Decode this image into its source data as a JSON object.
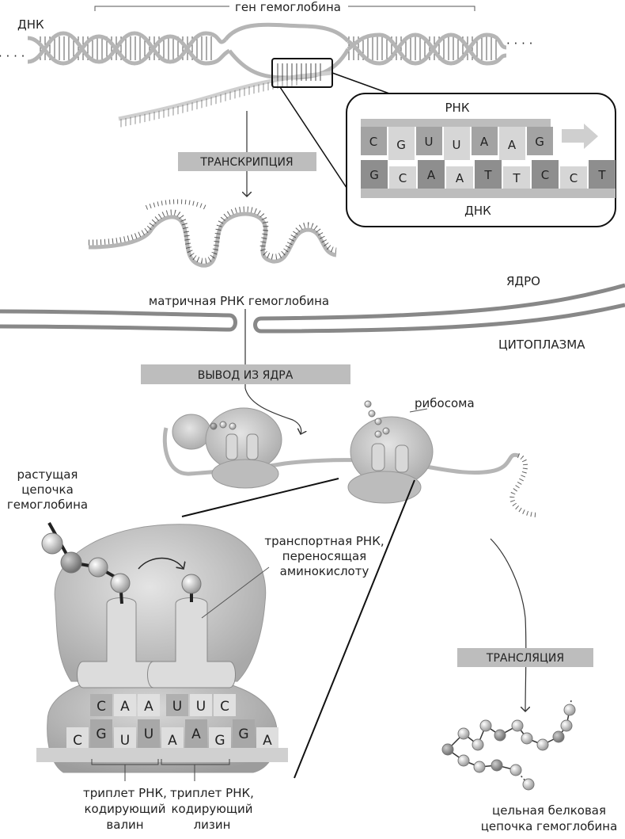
{
  "labels": {
    "gene": "ген гемоглобина",
    "dna": "ДНК",
    "ellipsis": "· · · ·",
    "inset_rna": "РНК",
    "inset_dna": "ДНК",
    "transcription": "ТРАНСКРИПЦИЯ",
    "nucleus": "ЯДРО",
    "mrna": "матричная РНК гемоглобина",
    "cytoplasm": "ЦИТОПЛАЗМА",
    "export": "ВЫВОД ИЗ ЯДРА",
    "ribosome": "рибосома",
    "growing_chain": [
      "растущая",
      "цепочка",
      "гемоглобина"
    ],
    "trna": [
      "транспортная РНК,",
      "переносящая",
      "аминокислоту"
    ],
    "translation": "ТРАНСЛЯЦИЯ",
    "triplet_valine": [
      "триплет РНК,",
      "кодирующий",
      "валин"
    ],
    "triplet_lysine": [
      "триплет РНК,",
      "кодирующий",
      "лизин"
    ],
    "full_chain": [
      "цельная белковая",
      "цепочка гемоглобина"
    ]
  },
  "inset": {
    "rna_bases": [
      "C",
      "G",
      "U",
      "U",
      "A",
      "A",
      "G"
    ],
    "dna_bases": [
      "G",
      "C",
      "A",
      "A",
      "T",
      "T",
      "C",
      "C",
      "T"
    ]
  },
  "ribosome_detail": {
    "anticodons": [
      "C",
      "A",
      "A",
      "U",
      "U",
      "C"
    ],
    "mrna_bases": [
      "C",
      "G",
      "U",
      "U",
      "A",
      "A",
      "G",
      "G",
      "A"
    ]
  },
  "colors": {
    "strand": "#b5b5b5",
    "ribosome": "#c8c8c8",
    "bar": "#bdbdbd",
    "dark_base": "#8e8e8e",
    "light_base": "#d6d6d6"
  }
}
